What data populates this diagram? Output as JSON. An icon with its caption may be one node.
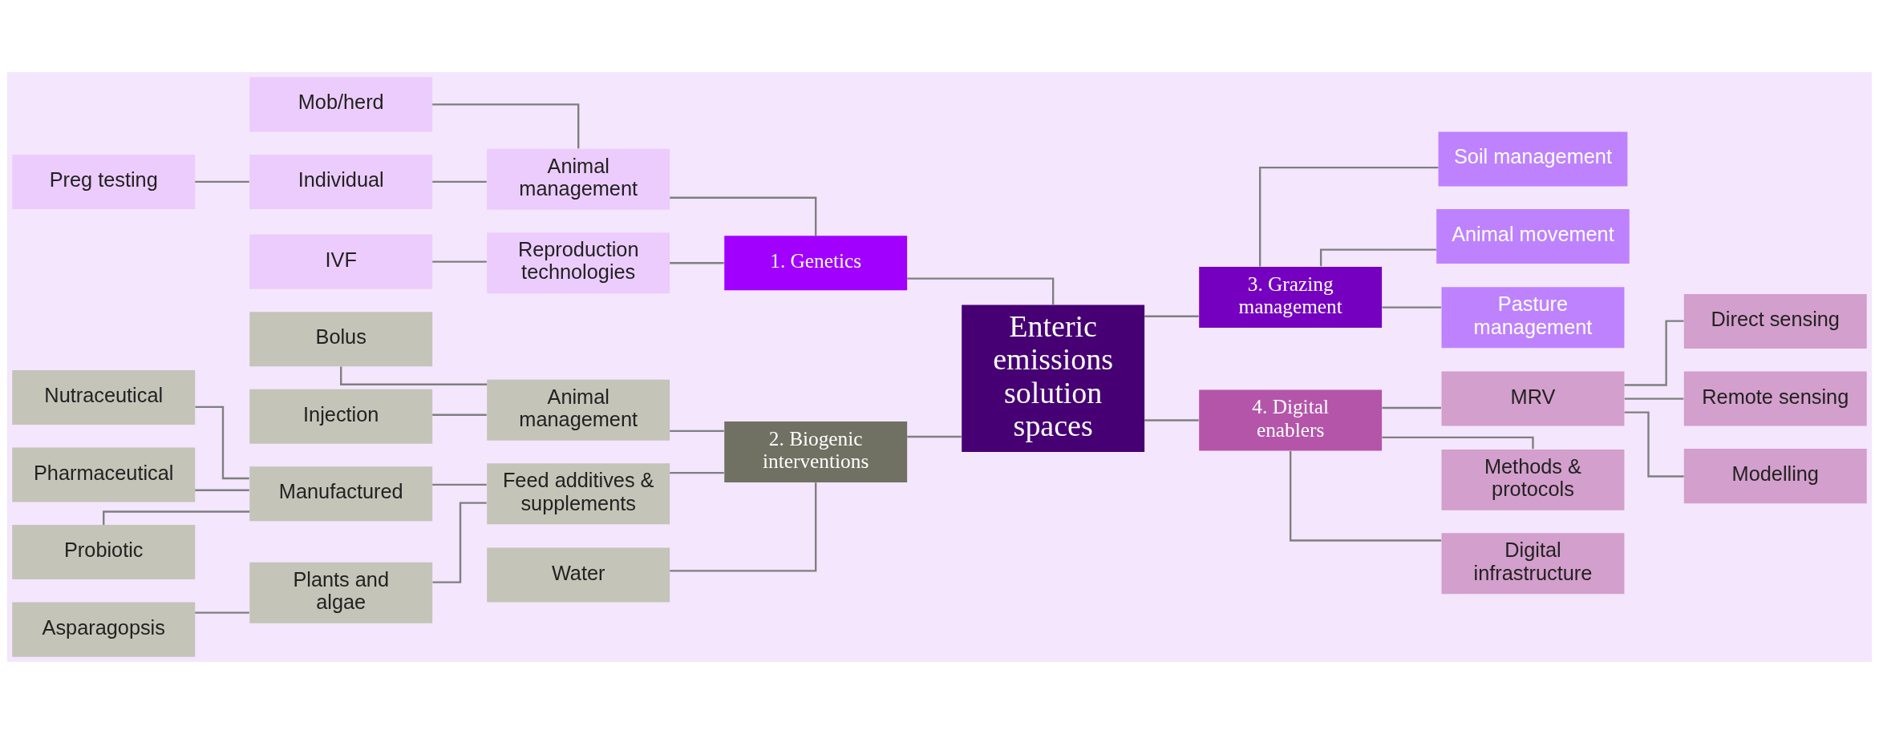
{
  "diagram": {
    "nodes": [
      {
        "text": [
          "IVF"
        ]
      },
      {
        "text": [
          "Reproduction technologies"
        ]
      },
      {
        "text": [
          "1. Genetics"
        ]
      },
      {
        "text": [
          "Preg testing"
        ]
      },
      {
        "text": [
          "Individual"
        ]
      },
      {
        "text": [
          "Mob/herd"
        ]
      },
      {
        "text": [
          "Animal management"
        ]
      },
      {
        "text": [
          "Enteric emissions solution spaces"
        ]
      },
      {
        "text": [
          "3. Grazing management"
        ]
      },
      {
        "text": [
          "Soil management"
        ]
      },
      {
        "text": [
          "Animal movement"
        ]
      },
      {
        "text": [
          "Pasture management"
        ]
      },
      {
        "text": [
          "Asparagopsis"
        ]
      },
      {
        "text": [
          "Plants and algae"
        ]
      },
      {
        "text": [
          "Pharmaceutical"
        ]
      },
      {
        "text": [
          "Probiotic"
        ]
      },
      {
        "text": [
          "Nutraceutical"
        ]
      },
      {
        "text": [
          "Manufactured"
        ]
      },
      {
        "text": [
          "Feed additives & supplements"
        ]
      },
      {
        "text": [
          "Water"
        ]
      },
      {
        "text": [
          "2. Biogenic interventions"
        ]
      },
      {
        "text": [
          "Injection"
        ]
      },
      {
        "text": [
          "Bolus"
        ]
      },
      {
        "text": [
          "Animal management"
        ]
      },
      {
        "text": [
          "MRV"
        ]
      },
      {
        "text": [
          "Direct sensing"
        ]
      },
      {
        "text": [
          "Remote sensing"
        ]
      },
      {
        "text": [
          "Modelling"
        ]
      },
      {
        "text": [
          "Methods & protocols"
        ]
      },
      {
        "text": [
          "Digital infrastructure"
        ]
      },
      {
        "text": [
          "4. Digital enablers"
        ]
      }
    ],
    "edges": [
      {
        "from": 0,
        "to": 1,
        "arrow": "none"
      },
      {
        "from": 1,
        "to": 2,
        "arrow": "none"
      },
      {
        "from": 3,
        "to": 4,
        "arrow": "none"
      },
      {
        "from": 4,
        "to": 6,
        "arrow": "none"
      },
      {
        "from": 5,
        "to": 6,
        "arrow": "none"
      },
      {
        "from": 6,
        "to": 2,
        "arrow": "none"
      },
      {
        "from": 2,
        "to": 7,
        "arrow": "none"
      },
      {
        "from": 7,
        "to": 8,
        "arrow": "none"
      },
      {
        "from": 8,
        "to": 9,
        "arrow": "none"
      },
      {
        "from": 8,
        "to": 10,
        "arrow": "none"
      },
      {
        "from": 8,
        "to": 11,
        "arrow": "none"
      },
      {
        "from": 12,
        "to": 13,
        "arrow": "none"
      },
      {
        "from": 13,
        "to": 18,
        "arrow": "none"
      },
      {
        "from": 14,
        "to": 17,
        "arrow": "none"
      },
      {
        "from": 15,
        "to": 17,
        "arrow": "none"
      },
      {
        "from": 16,
        "to": 17,
        "arrow": "none"
      },
      {
        "from": 17,
        "to": 18,
        "arrow": "none"
      },
      {
        "from": 18,
        "to": 20,
        "arrow": "none"
      },
      {
        "from": 19,
        "to": 20,
        "arrow": "none"
      },
      {
        "from": 21,
        "to": 23,
        "arrow": "none"
      },
      {
        "from": 22,
        "to": 23,
        "arrow": "none"
      },
      {
        "from": 23,
        "to": 20,
        "arrow": "none"
      },
      {
        "from": 20,
        "to": 7,
        "arrow": "none"
      },
      {
        "from": 7,
        "to": 30,
        "arrow": "none"
      },
      {
        "from": 30,
        "to": 24,
        "arrow": "none"
      },
      {
        "from": 24,
        "to": 25,
        "arrow": "none"
      },
      {
        "from": 24,
        "to": 26,
        "arrow": "none"
      },
      {
        "from": 24,
        "to": 27,
        "arrow": "none"
      },
      {
        "from": 30,
        "to": 28,
        "arrow": "none"
      },
      {
        "from": 30,
        "to": 29,
        "arrow": "none"
      }
    ]
  }
}
